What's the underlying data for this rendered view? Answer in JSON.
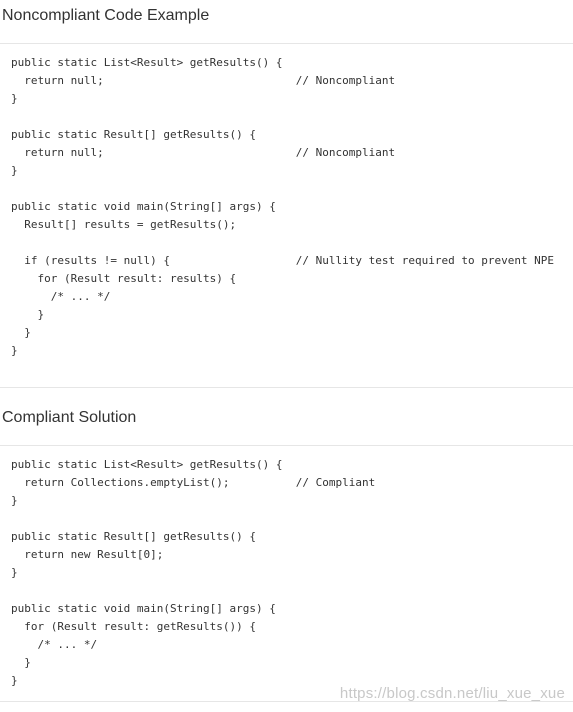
{
  "sections": [
    {
      "title": "Noncompliant Code Example",
      "code_lines": [
        "public static List<Result> getResults() {",
        "  return null;                             // Noncompliant",
        "}",
        "",
        "public static Result[] getResults() {",
        "  return null;                             // Noncompliant",
        "}",
        "",
        "public static void main(String[] args) {",
        "  Result[] results = getResults();",
        "",
        "  if (results != null) {                   // Nullity test required to prevent NPE",
        "    for (Result result: results) {",
        "      /* ... */",
        "    }",
        "  }",
        "}"
      ]
    },
    {
      "title": "Compliant Solution",
      "code_lines": [
        "public static List<Result> getResults() {",
        "  return Collections.emptyList();          // Compliant",
        "}",
        "",
        "public static Result[] getResults() {",
        "  return new Result[0];",
        "}",
        "",
        "public static void main(String[] args) {",
        "  for (Result result: getResults()) {",
        "    /* ... */",
        "  }",
        "}"
      ]
    }
  ],
  "watermark": "https://blog.csdn.net/liu_xue_xue"
}
